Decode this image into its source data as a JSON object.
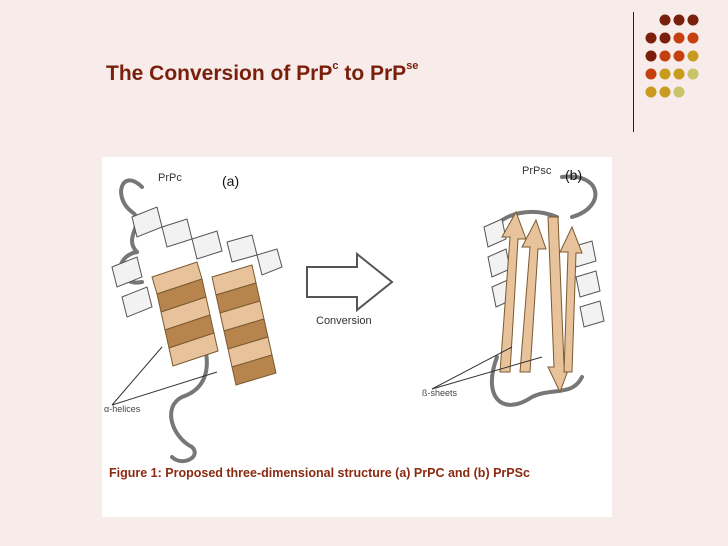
{
  "slide": {
    "title_main": "The Conversion of PrP",
    "title_sup1": "c",
    "title_mid": " to PrP",
    "title_sup2": "se"
  },
  "figure": {
    "label_a": "(a)",
    "label_b": "(b)",
    "prpc_label": "PrPc",
    "prpsc_label": "PrPsc",
    "conversion_label": "Conversion",
    "helices_label": "α-helices",
    "sheets_label": "ß-sheets",
    "caption": "Figure 1: Proposed three-dimensional structure (a) PrPC and (b) PrPSc"
  },
  "colors": {
    "title": "#7a1f0c",
    "caption": "#8a2a10",
    "helix": "#e7c29a",
    "helix_dark": "#b8844e",
    "dot_dark": "#7a1f0c",
    "dot_orange": "#c4410f",
    "dot_gold": "#c89a1e",
    "dot_olive": "#c9c36a"
  }
}
